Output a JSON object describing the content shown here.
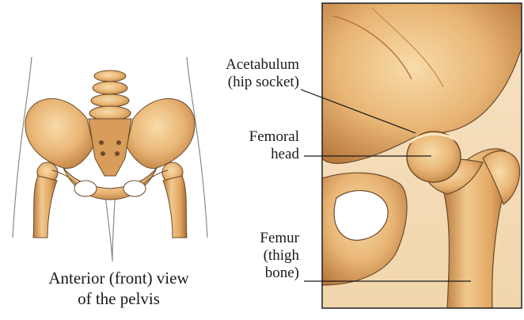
{
  "caption": {
    "line1": "Anterior (front) view",
    "line2": "of the pelvis"
  },
  "labels": {
    "acetabulum": {
      "line1": "Acetabulum",
      "line2": "(hip socket)"
    },
    "femoral_head": {
      "line1": "Femoral",
      "line2": "head"
    },
    "femur": {
      "line1": "Femur",
      "line2": "(thigh",
      "line3": "bone)"
    }
  },
  "colors": {
    "bone_light": "#f3cf94",
    "bone_mid": "#e3aa65",
    "bone_dark": "#b9783c",
    "outline": "#6b4a2c",
    "frame": "#222222"
  }
}
